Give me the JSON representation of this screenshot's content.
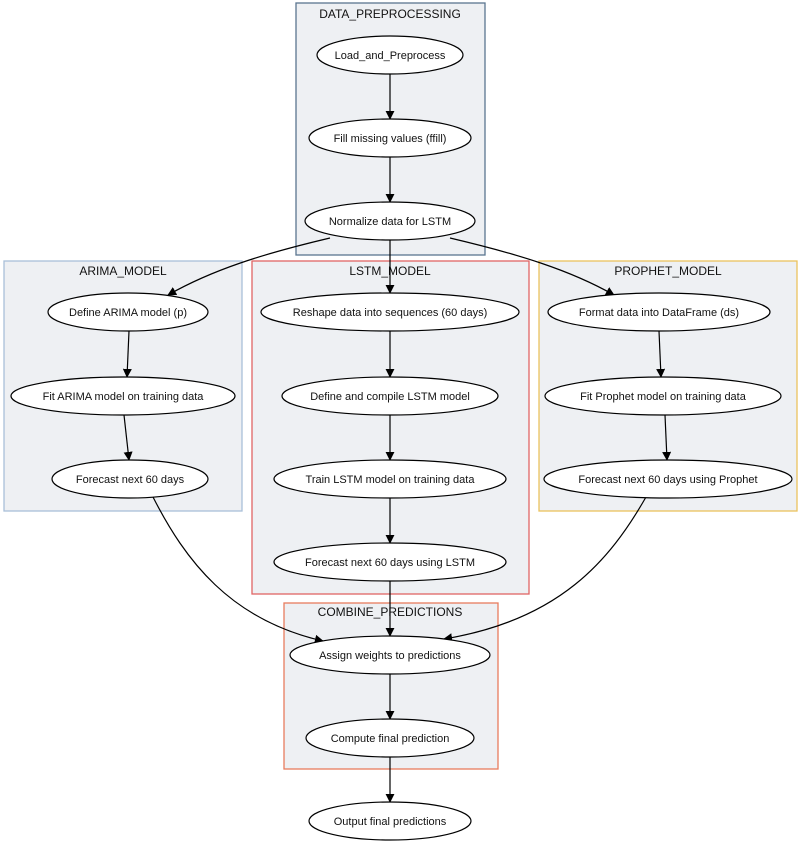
{
  "clusters": [
    {
      "id": "data_preprocessing",
      "title": "DATA_PREPROCESSING",
      "border_color": "#5b7590",
      "fill_color": "#eef0f3"
    },
    {
      "id": "arima_model",
      "title": "ARIMA_MODEL",
      "border_color": "#a9bfd9",
      "fill_color": "#eef0f3"
    },
    {
      "id": "lstm_model",
      "title": "LSTM_MODEL",
      "border_color": "#e06565",
      "fill_color": "#eef0f3"
    },
    {
      "id": "prophet_model",
      "title": "PROPHET_MODEL",
      "border_color": "#ecc25e",
      "fill_color": "#eef0f3"
    },
    {
      "id": "combine_predictions",
      "title": "COMBINE_PREDICTIONS",
      "border_color": "#e87c5e",
      "fill_color": "#eef0f3"
    }
  ],
  "nodes": [
    {
      "id": "load",
      "label": "Load_and_Preprocess"
    },
    {
      "id": "fill",
      "label": "Fill missing values (ffill)"
    },
    {
      "id": "normalize",
      "label": "Normalize data for LSTM"
    },
    {
      "id": "arima_define",
      "label": "Define ARIMA model (p)"
    },
    {
      "id": "arima_fit",
      "label": "Fit ARIMA model on training data"
    },
    {
      "id": "arima_forecast",
      "label": "Forecast next 60 days"
    },
    {
      "id": "lstm_reshape",
      "label": "Reshape data into sequences (60 days)"
    },
    {
      "id": "lstm_define",
      "label": "Define and compile LSTM model"
    },
    {
      "id": "lstm_train",
      "label": "Train LSTM model on training data"
    },
    {
      "id": "lstm_forecast",
      "label": "Forecast next 60 days using LSTM"
    },
    {
      "id": "prophet_format",
      "label": "Format data into DataFrame (ds)"
    },
    {
      "id": "prophet_fit",
      "label": "Fit Prophet model on training data"
    },
    {
      "id": "prophet_forecast",
      "label": "Forecast next 60 days using Prophet"
    },
    {
      "id": "assign",
      "label": "Assign weights to predictions"
    },
    {
      "id": "compute",
      "label": "Compute final prediction"
    },
    {
      "id": "output",
      "label": "Output final predictions"
    }
  ],
  "edges": [
    {
      "from": "load",
      "to": "fill"
    },
    {
      "from": "fill",
      "to": "normalize"
    },
    {
      "from": "normalize",
      "to": "arima_define"
    },
    {
      "from": "normalize",
      "to": "lstm_reshape"
    },
    {
      "from": "normalize",
      "to": "prophet_format"
    },
    {
      "from": "arima_define",
      "to": "arima_fit"
    },
    {
      "from": "arima_fit",
      "to": "arima_forecast"
    },
    {
      "from": "lstm_reshape",
      "to": "lstm_define"
    },
    {
      "from": "lstm_define",
      "to": "lstm_train"
    },
    {
      "from": "lstm_train",
      "to": "lstm_forecast"
    },
    {
      "from": "prophet_format",
      "to": "prophet_fit"
    },
    {
      "from": "prophet_fit",
      "to": "prophet_forecast"
    },
    {
      "from": "arima_forecast",
      "to": "assign"
    },
    {
      "from": "lstm_forecast",
      "to": "assign"
    },
    {
      "from": "prophet_forecast",
      "to": "assign"
    },
    {
      "from": "assign",
      "to": "compute"
    },
    {
      "from": "compute",
      "to": "output"
    }
  ]
}
